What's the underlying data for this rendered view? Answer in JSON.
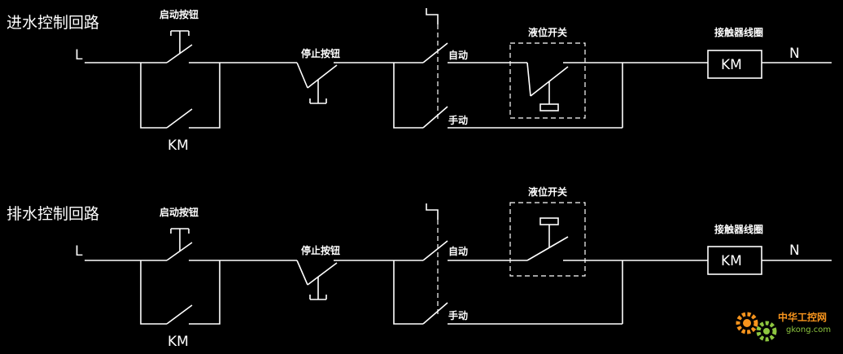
{
  "circuits": [
    {
      "title": "进水控制回路",
      "start_label": "启动按钮",
      "stop_label": "停止按钮",
      "auto_label": "自动",
      "manual_label": "手动",
      "level_switch_label": "液位开关",
      "coil_caption": "接触器线圈",
      "coil_label": "KM",
      "aux_contact_label": "KM",
      "line_label": "L",
      "neutral_label": "N"
    },
    {
      "title": "排水控制回路",
      "start_label": "启动按钮",
      "stop_label": "停止按钮",
      "auto_label": "自动",
      "manual_label": "手动",
      "level_switch_label": "液位开关",
      "coil_caption": "接触器线圈",
      "coil_label": "KM",
      "aux_contact_label": "KM",
      "line_label": "L",
      "neutral_label": "N"
    }
  ],
  "watermark": {
    "site_name": "中华工控网",
    "url": "gkong.com"
  },
  "colors": {
    "background": "#000000",
    "lines": "#ffffff",
    "watermark_orange": "#f7941d",
    "watermark_green": "#8dc63f"
  }
}
